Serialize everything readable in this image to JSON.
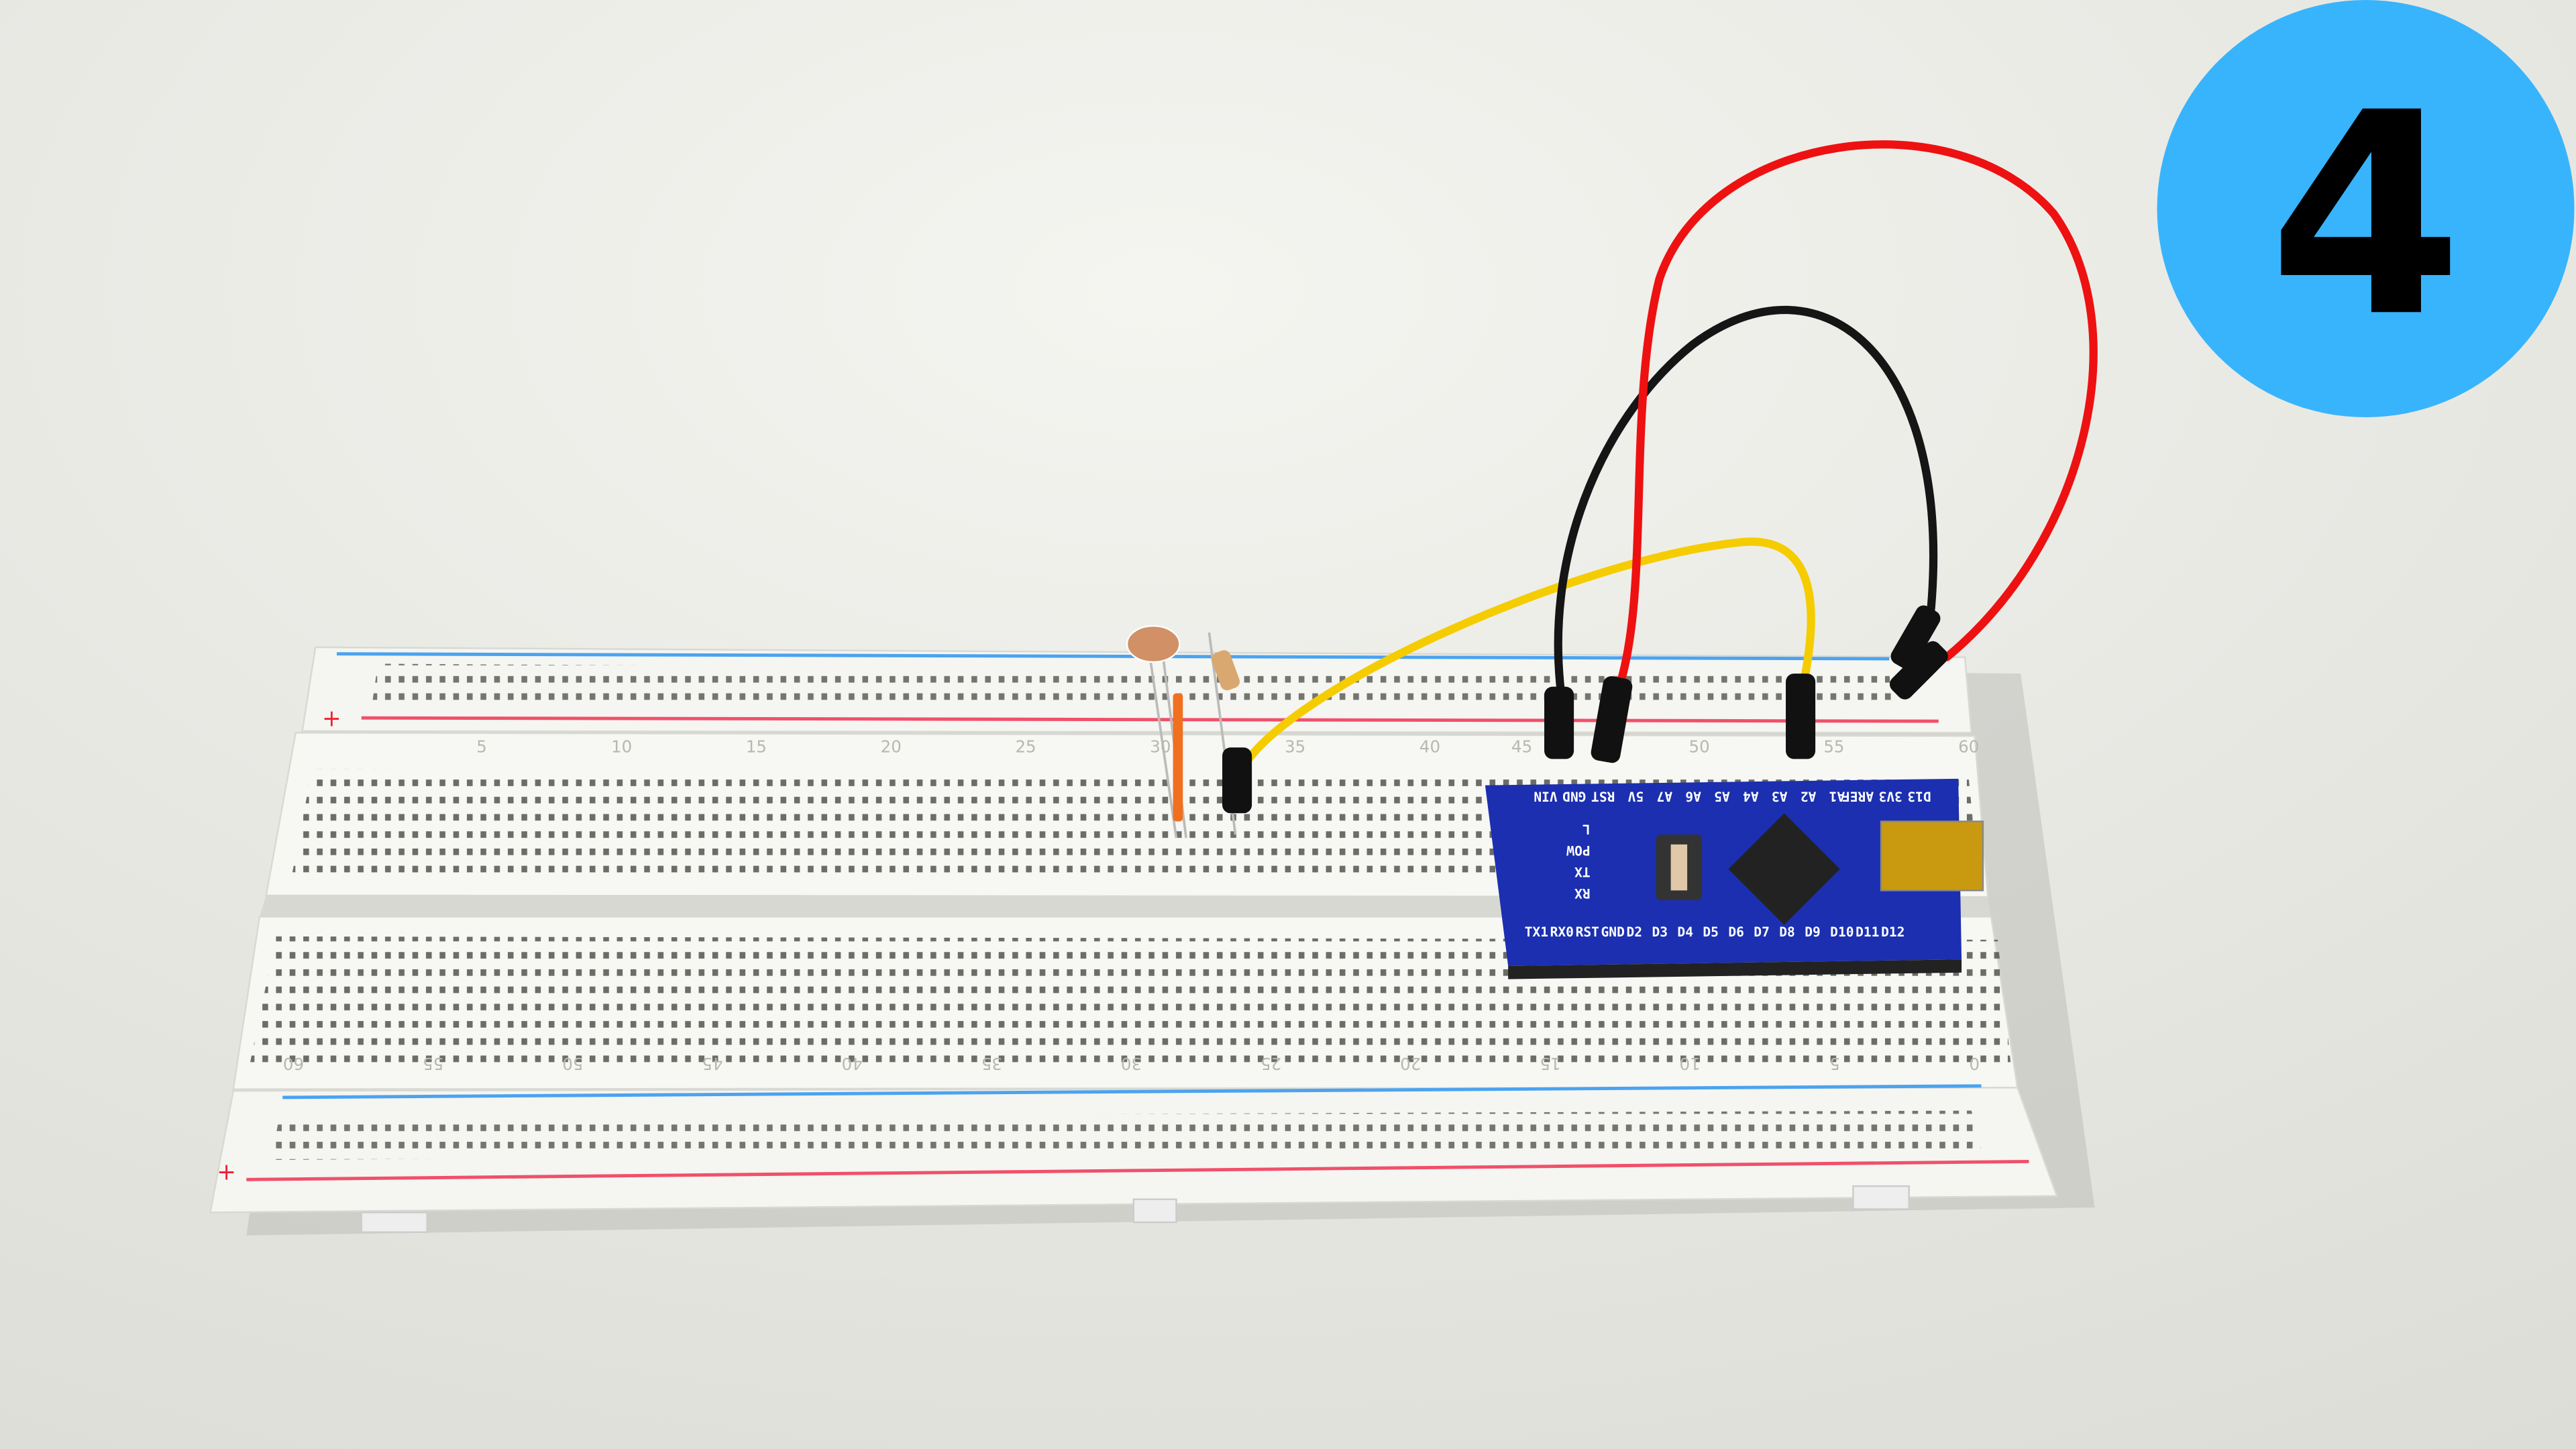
{
  "badge": {
    "text": "4",
    "color": "#38b4fc"
  },
  "breadboard": {
    "top_numbers": [
      "5",
      "10",
      "15",
      "20",
      "25",
      "30",
      "35",
      "40",
      "45",
      "50",
      "55",
      "60"
    ],
    "bottom_numbers": [
      "60",
      "55",
      "50",
      "45",
      "40",
      "35",
      "30",
      "25",
      "20",
      "15",
      "10",
      "5",
      "0"
    ],
    "rail_plus": "+",
    "rail_minus": "-"
  },
  "arduino": {
    "top_pins": [
      "VIN",
      "GND",
      "RST",
      "5V",
      "A7",
      "A6",
      "A5",
      "A4",
      "A3",
      "A2",
      "A1",
      "AREF",
      "3V3",
      "D13"
    ],
    "bottom_pins": [
      "TX1",
      "RX0",
      "RST",
      "GND",
      "D2",
      "D3",
      "D4",
      "D5",
      "D6",
      "D7",
      "D8",
      "D9",
      "D10",
      "D11",
      "D12"
    ],
    "leds": [
      "L",
      "POW",
      "TX",
      "RX"
    ],
    "board_color": "#1b2fb0"
  },
  "wires": {
    "red": "#ee1111",
    "black": "#151515",
    "yellow": "#f5cc00"
  }
}
